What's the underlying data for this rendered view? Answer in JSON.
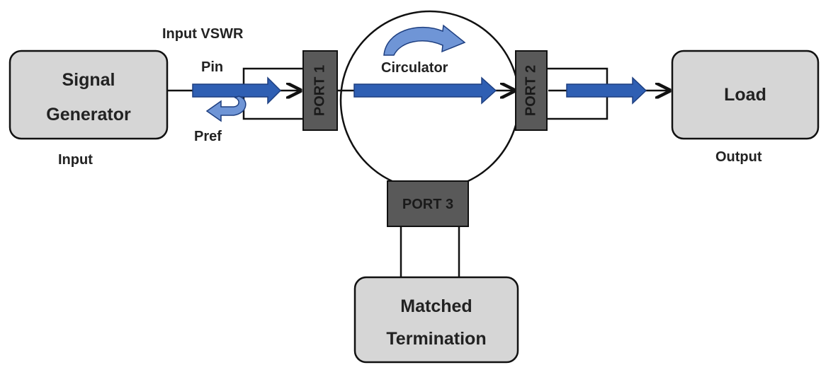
{
  "diagram": {
    "signal_generator": {
      "line1": "Signal",
      "line2": "Generator",
      "caption": "Input"
    },
    "load": {
      "label": "Load",
      "caption": "Output"
    },
    "matched_termination": {
      "line1": "Matched",
      "line2": "Termination"
    },
    "input_vswr_label": "Input VSWR",
    "pin_label": "Pin",
    "pref_label": "Pref",
    "circulator_label": "Circulator",
    "port1_label": "PORT 1",
    "port2_label": "PORT 2",
    "port3_label": "PORT 3"
  },
  "colors": {
    "box_fill": "#d6d6d6",
    "port_fill": "#595959",
    "arrow_blue": "#2f5fb3",
    "arrow_light_blue": "#6f95d6",
    "line": "#111111"
  }
}
